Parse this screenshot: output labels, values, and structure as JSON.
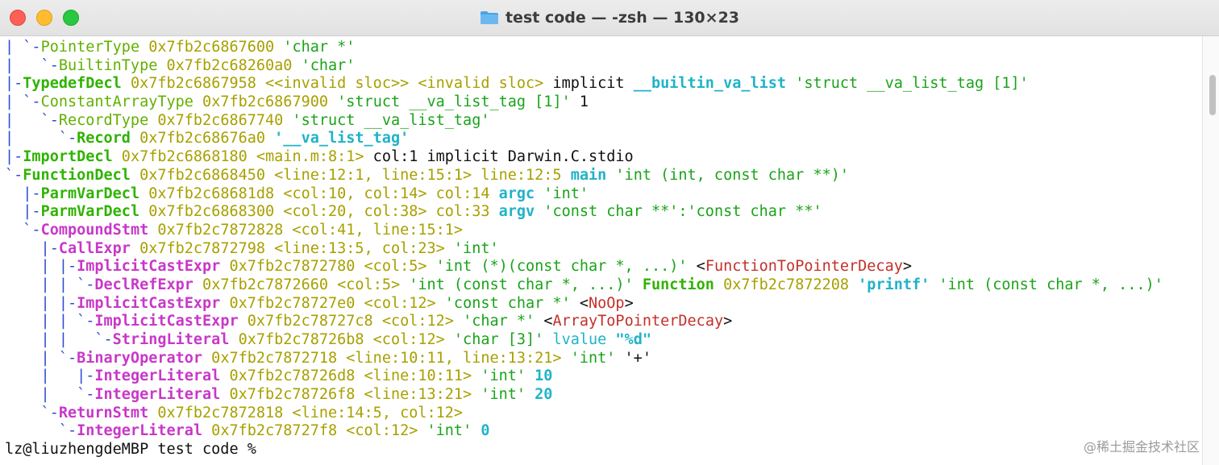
{
  "window": {
    "title": "test code — -zsh — 130×23",
    "colors": {
      "close": "#ff5f57",
      "minimize": "#febc2e",
      "maximize": "#28c840",
      "folder": "#4aa3e8"
    }
  },
  "terminal": {
    "lines": [
      [
        [
          "tree",
          "| `-"
        ],
        [
          "kw",
          "PointerType"
        ],
        [
          "addr",
          " 0x7fb2c6867600"
        ],
        [
          "str",
          " 'char *'"
        ]
      ],
      [
        [
          "tree",
          "|   `-"
        ],
        [
          "kw",
          "BuiltinType"
        ],
        [
          "addr",
          " 0x7fb2c68260a0"
        ],
        [
          "str",
          " 'char'"
        ]
      ],
      [
        [
          "tree",
          "|-"
        ],
        [
          "kwb",
          "TypedefDecl"
        ],
        [
          "addr",
          " 0x7fb2c6867958"
        ],
        [
          "src",
          " <<invalid sloc>> <invalid sloc>"
        ],
        [
          "blk",
          " implicit "
        ],
        [
          "cyan",
          "__builtin_va_list"
        ],
        [
          "str",
          " 'struct __va_list_tag [1]'"
        ]
      ],
      [
        [
          "tree",
          "| `-"
        ],
        [
          "kw",
          "ConstantArrayType"
        ],
        [
          "addr",
          " 0x7fb2c6867900"
        ],
        [
          "str",
          " 'struct __va_list_tag [1]'"
        ],
        [
          "blk",
          " 1"
        ]
      ],
      [
        [
          "tree",
          "|   `-"
        ],
        [
          "kw",
          "RecordType"
        ],
        [
          "addr",
          " 0x7fb2c6867740"
        ],
        [
          "str",
          " 'struct __va_list_tag'"
        ]
      ],
      [
        [
          "tree",
          "|     `-"
        ],
        [
          "kwb",
          "Record"
        ],
        [
          "addr",
          " 0x7fb2c68676a0"
        ],
        [
          "cyan",
          " '__va_list_tag'"
        ]
      ],
      [
        [
          "tree",
          "|-"
        ],
        [
          "kwb",
          "ImportDecl"
        ],
        [
          "addr",
          " 0x7fb2c6868180"
        ],
        [
          "src",
          " <main.m:8:1>"
        ],
        [
          "blk",
          " col:1 implicit Darwin.C.stdio"
        ]
      ],
      [
        [
          "tree",
          "`-"
        ],
        [
          "kwb",
          "FunctionDecl"
        ],
        [
          "addr",
          " 0x7fb2c6868450"
        ],
        [
          "src",
          " <line:12:1, line:15:1> line:12:5"
        ],
        [
          "cyan",
          " main"
        ],
        [
          "str",
          " 'int (int, const char **)'"
        ]
      ],
      [
        [
          "tree",
          "  |-"
        ],
        [
          "kwb",
          "ParmVarDecl"
        ],
        [
          "addr",
          " 0x7fb2c68681d8"
        ],
        [
          "src",
          " <col:10, col:14> col:14"
        ],
        [
          "cyan",
          " argc"
        ],
        [
          "str",
          " 'int'"
        ]
      ],
      [
        [
          "tree",
          "  |-"
        ],
        [
          "kwb",
          "ParmVarDecl"
        ],
        [
          "addr",
          " 0x7fb2c6868300"
        ],
        [
          "src",
          " <col:20, col:38> col:33"
        ],
        [
          "cyan",
          " argv"
        ],
        [
          "str",
          " 'const char **':'const char **'"
        ]
      ],
      [
        [
          "tree",
          "  `-"
        ],
        [
          "mag",
          "CompoundStmt"
        ],
        [
          "addr",
          " 0x7fb2c7872828"
        ],
        [
          "src",
          " <col:41, line:15:1>"
        ]
      ],
      [
        [
          "tree",
          "    |-"
        ],
        [
          "mag",
          "CallExpr"
        ],
        [
          "addr",
          " 0x7fb2c7872798"
        ],
        [
          "src",
          " <line:13:5, col:23>"
        ],
        [
          "str",
          " 'int'"
        ]
      ],
      [
        [
          "tree",
          "    | |-"
        ],
        [
          "mag",
          "ImplicitCastExpr"
        ],
        [
          "addr",
          " 0x7fb2c7872780"
        ],
        [
          "src",
          " <col:5>"
        ],
        [
          "str",
          " 'int (*)(const char *, ...)'"
        ],
        [
          "blk",
          " <"
        ],
        [
          "red",
          "FunctionToPointerDecay"
        ],
        [
          "blk",
          ">"
        ]
      ],
      [
        [
          "tree",
          "    | | `-"
        ],
        [
          "mag",
          "DeclRefExpr"
        ],
        [
          "addr",
          " 0x7fb2c7872660"
        ],
        [
          "src",
          " <col:5>"
        ],
        [
          "str",
          " 'int (const char *, ...)'"
        ],
        [
          "kwb",
          " Function"
        ],
        [
          "addr",
          " 0x7fb2c7872208"
        ],
        [
          "cyan",
          " 'printf'"
        ],
        [
          "str",
          " 'int (const char *, ...)'"
        ]
      ],
      [
        [
          "tree",
          "    | |-"
        ],
        [
          "mag",
          "ImplicitCastExpr"
        ],
        [
          "addr",
          " 0x7fb2c78727e0"
        ],
        [
          "src",
          " <col:12>"
        ],
        [
          "str",
          " 'const char *'"
        ],
        [
          "blk",
          " <"
        ],
        [
          "red",
          "NoOp"
        ],
        [
          "blk",
          ">"
        ]
      ],
      [
        [
          "tree",
          "    | | `-"
        ],
        [
          "mag",
          "ImplicitCastExpr"
        ],
        [
          "addr",
          " 0x7fb2c78727c8"
        ],
        [
          "src",
          " <col:12>"
        ],
        [
          "str",
          " 'char *'"
        ],
        [
          "blk",
          " <"
        ],
        [
          "red",
          "ArrayToPointerDecay"
        ],
        [
          "blk",
          ">"
        ]
      ],
      [
        [
          "tree",
          "    | |   `-"
        ],
        [
          "mag",
          "StringLiteral"
        ],
        [
          "addr",
          " 0x7fb2c78726b8"
        ],
        [
          "src",
          " <col:12>"
        ],
        [
          "str",
          " 'char [3]'"
        ],
        [
          "cyanp",
          " lvalue"
        ],
        [
          "cyan",
          " \"%d\""
        ]
      ],
      [
        [
          "tree",
          "    | `-"
        ],
        [
          "mag",
          "BinaryOperator"
        ],
        [
          "addr",
          " 0x7fb2c7872718"
        ],
        [
          "src",
          " <line:10:11, line:13:21>"
        ],
        [
          "str",
          " 'int'"
        ],
        [
          "blk",
          " '+'"
        ]
      ],
      [
        [
          "tree",
          "    |   |-"
        ],
        [
          "mag",
          "IntegerLiteral"
        ],
        [
          "addr",
          " 0x7fb2c78726d8"
        ],
        [
          "src",
          " <line:10:11>"
        ],
        [
          "str",
          " 'int'"
        ],
        [
          "cyan",
          " 10"
        ]
      ],
      [
        [
          "tree",
          "    |   `-"
        ],
        [
          "mag",
          "IntegerLiteral"
        ],
        [
          "addr",
          " 0x7fb2c78726f8"
        ],
        [
          "src",
          " <line:13:21>"
        ],
        [
          "str",
          " 'int'"
        ],
        [
          "cyan",
          " 20"
        ]
      ],
      [
        [
          "tree",
          "    `-"
        ],
        [
          "mag",
          "ReturnStmt"
        ],
        [
          "addr",
          " 0x7fb2c7872818"
        ],
        [
          "src",
          " <line:14:5, col:12>"
        ]
      ],
      [
        [
          "tree",
          "      `-"
        ],
        [
          "mag",
          "IntegerLiteral"
        ],
        [
          "addr",
          " 0x7fb2c78727f8"
        ],
        [
          "src",
          " <col:12>"
        ],
        [
          "str",
          " 'int'"
        ],
        [
          "cyan",
          " 0"
        ]
      ],
      [
        [
          "prompt",
          "lz@liuzhengdeMBP test code % "
        ]
      ]
    ]
  },
  "watermark": "@稀土掘金技术社区"
}
